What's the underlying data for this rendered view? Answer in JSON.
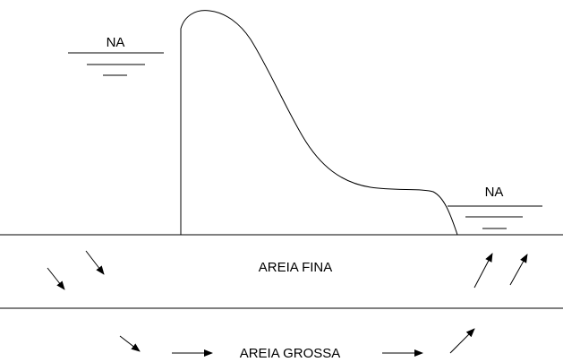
{
  "labels": {
    "upstream_water_level": "NA",
    "downstream_water_level": "NA",
    "fine_sand_layer": "AREIA FINA",
    "coarse_sand_layer": "AREIA GROSSA"
  },
  "colors": {
    "stroke": "#000000",
    "background": "#ffffff"
  },
  "icons": {
    "water_level": "water-level-icon",
    "flow_arrow": "flow-arrow-icon"
  }
}
